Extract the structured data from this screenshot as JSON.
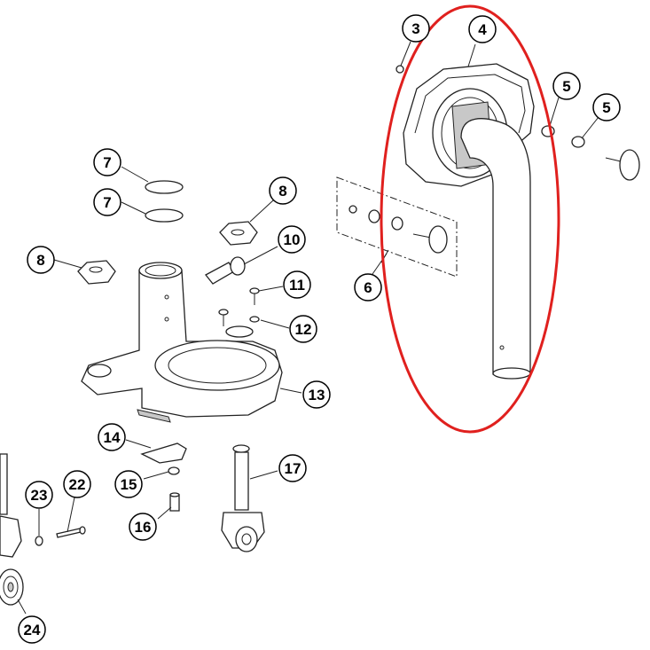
{
  "diagram": {
    "callouts": [
      {
        "id": "c3",
        "label": "3"
      },
      {
        "id": "c4",
        "label": "4"
      },
      {
        "id": "c5a",
        "label": "5"
      },
      {
        "id": "c5b",
        "label": "5"
      },
      {
        "id": "c6",
        "label": "6"
      },
      {
        "id": "c7a",
        "label": "7"
      },
      {
        "id": "c7b",
        "label": "7"
      },
      {
        "id": "c8a",
        "label": "8"
      },
      {
        "id": "c8b",
        "label": "8"
      },
      {
        "id": "c10",
        "label": "10"
      },
      {
        "id": "c11",
        "label": "11"
      },
      {
        "id": "c12",
        "label": "12"
      },
      {
        "id": "c13",
        "label": "13"
      },
      {
        "id": "c14",
        "label": "14"
      },
      {
        "id": "c15",
        "label": "15"
      },
      {
        "id": "c16",
        "label": "16"
      },
      {
        "id": "c17",
        "label": "17"
      },
      {
        "id": "c22",
        "label": "22"
      },
      {
        "id": "c23",
        "label": "23"
      },
      {
        "id": "c24",
        "label": "24"
      }
    ],
    "highlight_color": "#e0201e"
  }
}
